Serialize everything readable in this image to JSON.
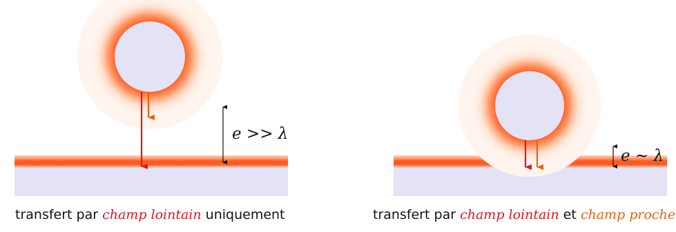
{
  "left_panel": {
    "label_math": "e >> λ",
    "caption": {
      "prefix": "transfert par ",
      "highlight": "champ lointain",
      "suffix": " uniquement"
    }
  },
  "right_panel": {
    "label_math": "e ~ λ",
    "caption": {
      "prefix": "transfert par ",
      "highlight1": "champ lointain",
      "middle": " et ",
      "highlight2": "champ proche"
    }
  },
  "colors": {
    "far_field": "#e0141c",
    "near_field": "#e8620c",
    "sphere_fill": "#e4e3f5",
    "glow": "#ff6a2a",
    "slab_body": "#e4e3f5",
    "slab_surface": "#ff5a1f"
  }
}
